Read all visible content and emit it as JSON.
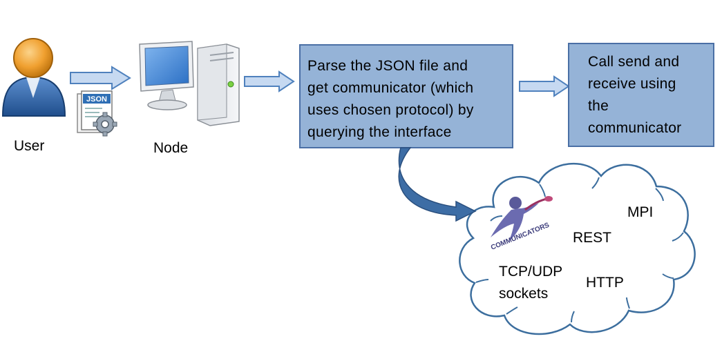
{
  "diagram": {
    "user_label": "User",
    "node_label": "Node",
    "json_icon_text": "JSON",
    "parse_box_text": "Parse the JSON file and\nget communicator (which\nuses chosen protocol) by\nquerying the interface",
    "call_box_text": "Call send and\nreceive using\nthe\ncommunicator",
    "cloud": {
      "logo_text": "COMMUNICATORS",
      "items": {
        "mpi": "MPI",
        "rest": "REST",
        "tcp": "TCP/UDP\nsockets",
        "http": "HTTP"
      }
    },
    "colors": {
      "box_fill": "#95b3d7",
      "box_border": "#4a6fa5",
      "arrow_fill": "#c6d9f1",
      "arrow_stroke": "#4f81bd",
      "cloud_stroke": "#3c6e9e"
    }
  }
}
